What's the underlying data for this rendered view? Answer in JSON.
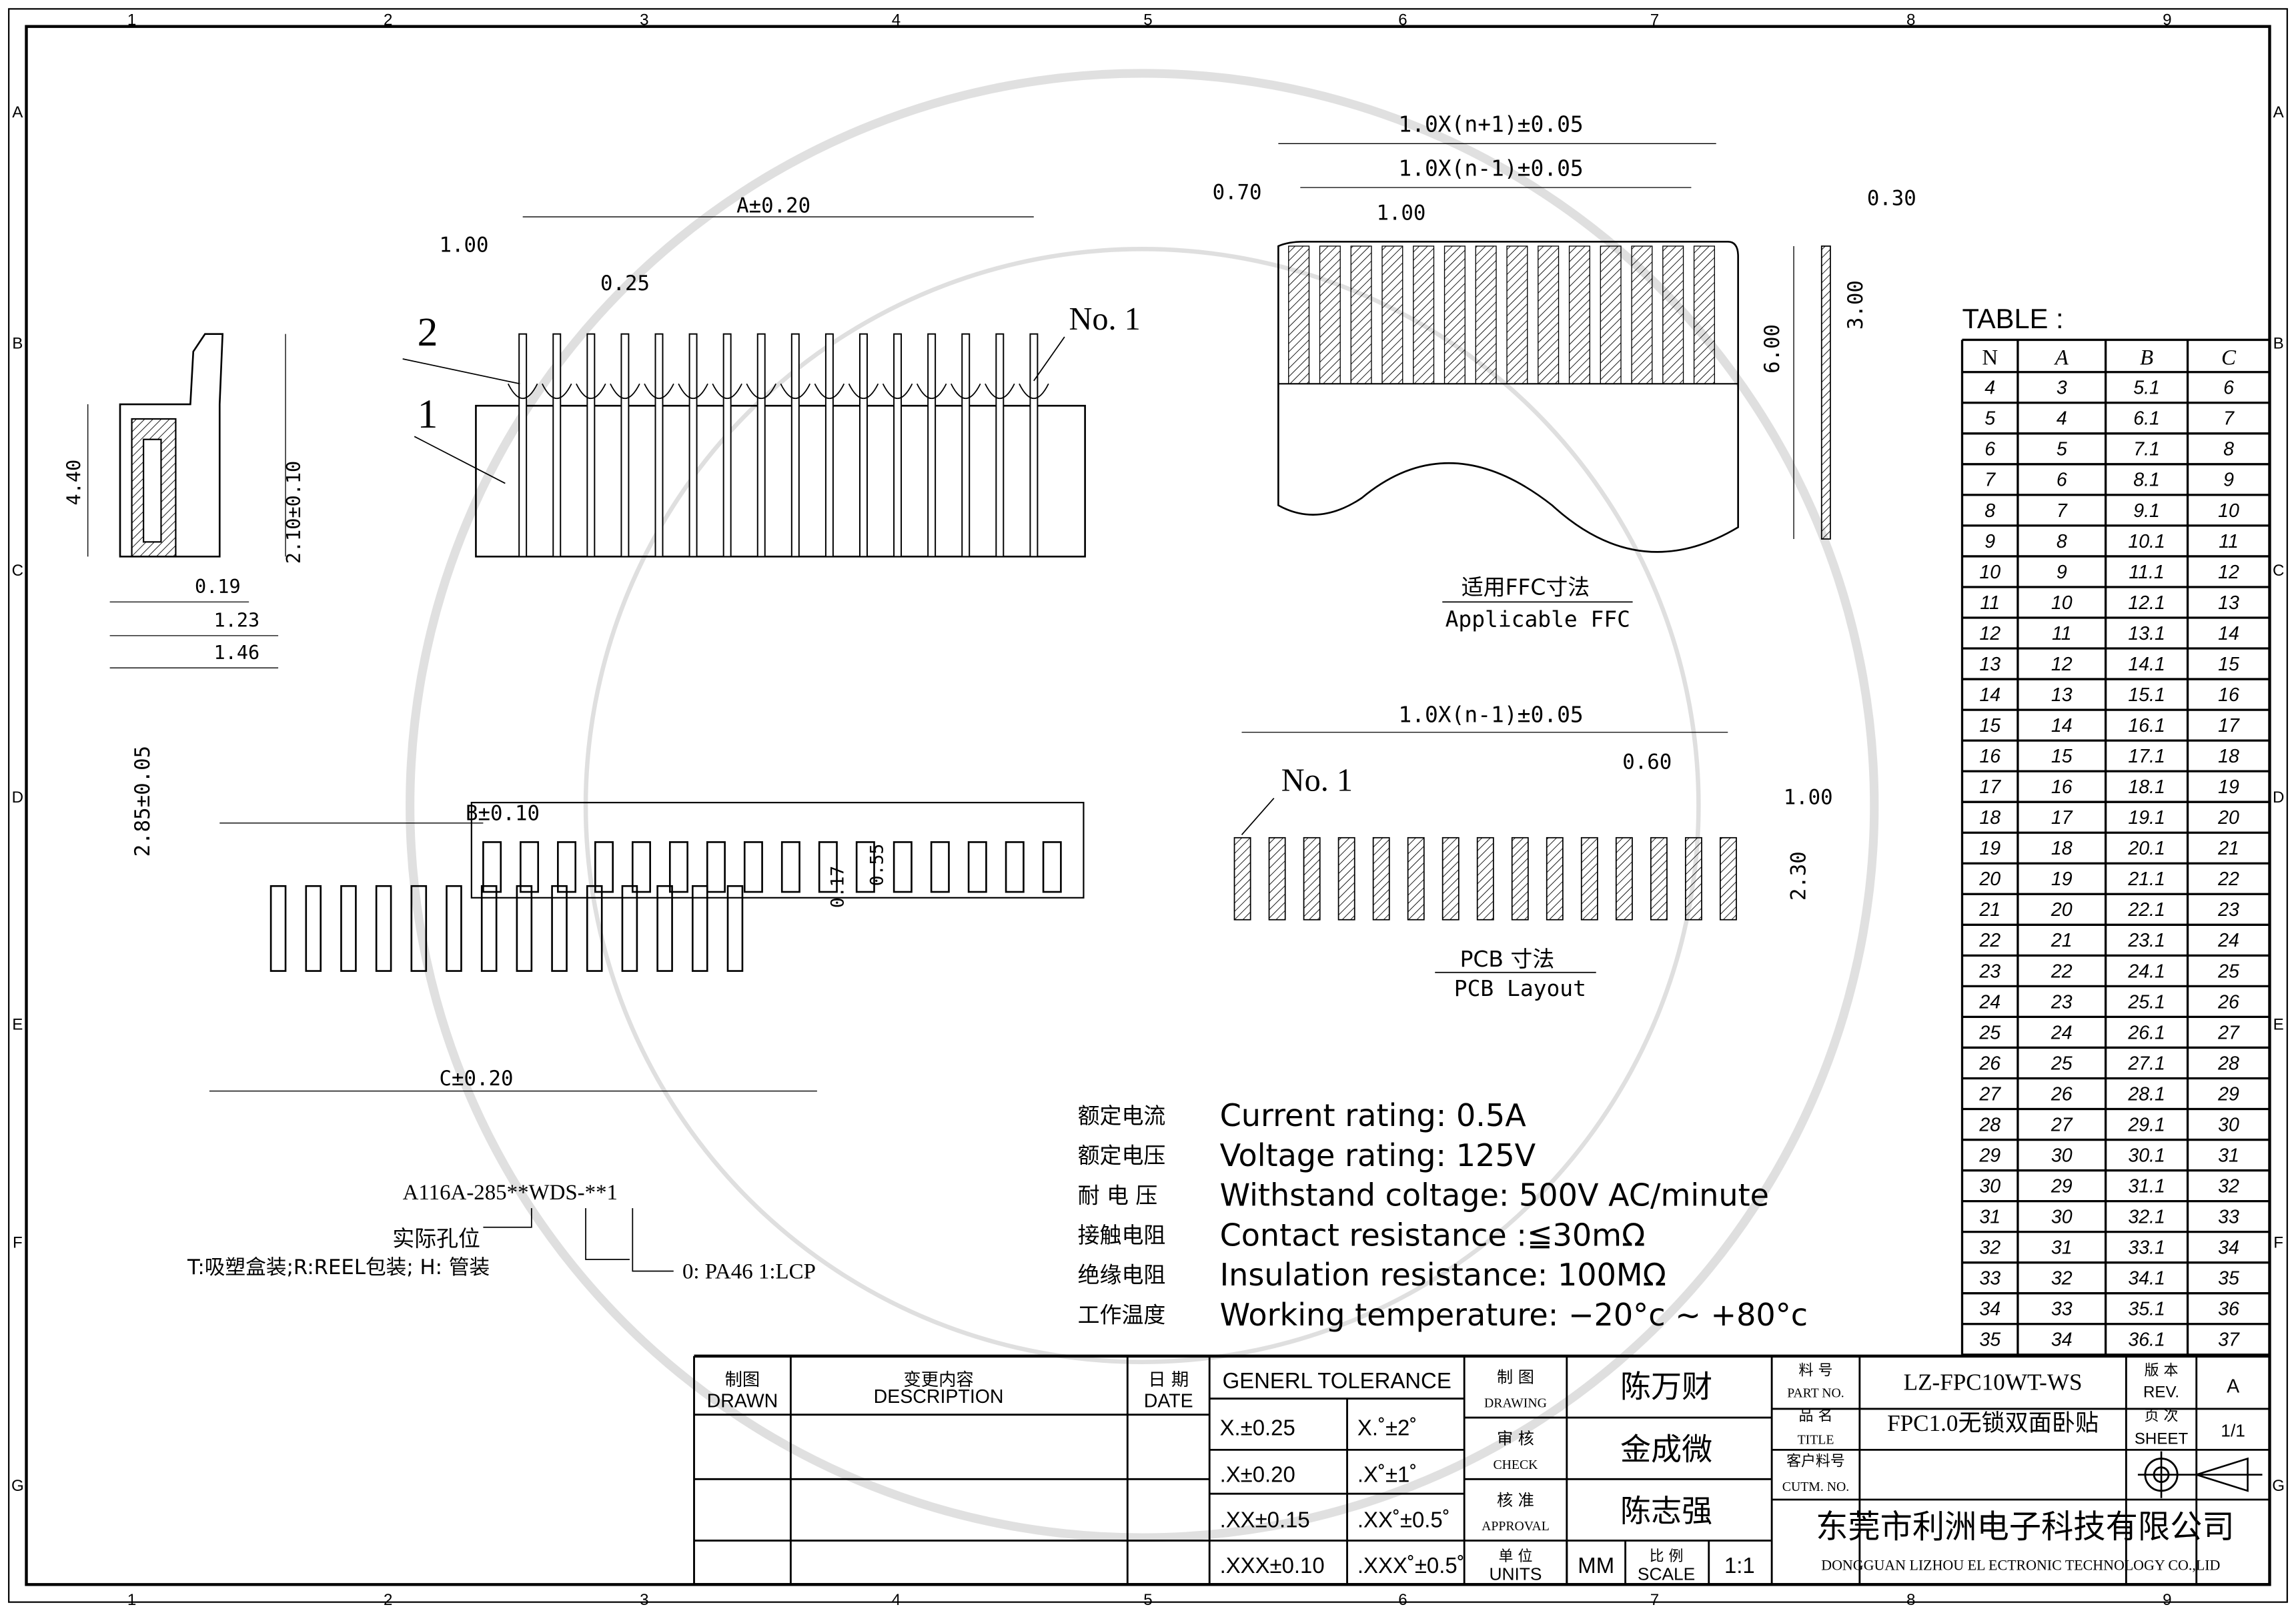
{
  "grid": {
    "columns": [
      "1",
      "2",
      "3",
      "4",
      "5",
      "6",
      "7",
      "8",
      "9"
    ],
    "rows": [
      "A",
      "B",
      "C",
      "D",
      "E",
      "F",
      "G"
    ]
  },
  "side_view": {
    "dim_height": "4.40",
    "dim_right": "2.10±0.10",
    "dim_019": "0.19",
    "dim_123": "1.23",
    "dim_146": "1.46"
  },
  "front_view": {
    "dim_a": "A±0.20",
    "dim_pitch": "1.00",
    "dim_pin": "0.25",
    "label_no1": "No. 1",
    "label_2": "2",
    "label_1": "1"
  },
  "ffc": {
    "dim_total": "1.0X(n+1)±0.05",
    "dim_inner": "1.0X(n-1)±0.05",
    "dim_070": "0.70",
    "dim_100": "1.00",
    "dim_thk": "0.30",
    "dim_600": "6.00",
    "dim_300": "3.00",
    "caption_cn": "适用FFC寸法",
    "caption_en": "Applicable FFC"
  },
  "pcb": {
    "dim_span": "1.0X(n-1)±0.05",
    "dim_060": "0.60",
    "dim_100": "1.00",
    "dim_230": "2.30",
    "label_no1": "No. 1",
    "caption_cn": "PCB  寸法",
    "caption_en": "PCB Layout"
  },
  "bottom_view": {
    "dim_b": "B±0.10",
    "dim_c": "C±0.20",
    "dim_285": "2.85±0.05",
    "dim_017": "0.17",
    "dim_055": "0.55"
  },
  "part_code": {
    "code": "A116A-285**WDS-**1",
    "note_holes": "实际孔位",
    "note_pack": "T:吸塑盒装;R:REEL包装; H: 管装",
    "note_material": "0: PA46 1:LCP"
  },
  "specs": [
    {
      "cn": "额定电流",
      "en": "Current rating: 0.5A"
    },
    {
      "cn": "额定电压",
      "en": "Voltage rating: 125V"
    },
    {
      "cn": "耐 电 压",
      "en": "Withstand coltage: 500V AC/minute"
    },
    {
      "cn": "接触电阻",
      "en": "Contact resistance :≦30mΩ"
    },
    {
      "cn": "绝缘电阻",
      "en": "Insulation resistance: 100MΩ"
    },
    {
      "cn": "工作温度",
      "en": "Working temperature: −20°c ~ +80°c"
    }
  ],
  "table": {
    "title": "TABLE :",
    "headers": [
      "N",
      "A",
      "B",
      "C"
    ],
    "rows": [
      [
        "4",
        "3",
        "5.1",
        "6"
      ],
      [
        "5",
        "4",
        "6.1",
        "7"
      ],
      [
        "6",
        "5",
        "7.1",
        "8"
      ],
      [
        "7",
        "6",
        "8.1",
        "9"
      ],
      [
        "8",
        "7",
        "9.1",
        "10"
      ],
      [
        "9",
        "8",
        "10.1",
        "11"
      ],
      [
        "10",
        "9",
        "11.1",
        "12"
      ],
      [
        "11",
        "10",
        "12.1",
        "13"
      ],
      [
        "12",
        "11",
        "13.1",
        "14"
      ],
      [
        "13",
        "12",
        "14.1",
        "15"
      ],
      [
        "14",
        "13",
        "15.1",
        "16"
      ],
      [
        "15",
        "14",
        "16.1",
        "17"
      ],
      [
        "16",
        "15",
        "17.1",
        "18"
      ],
      [
        "17",
        "16",
        "18.1",
        "19"
      ],
      [
        "18",
        "17",
        "19.1",
        "20"
      ],
      [
        "19",
        "18",
        "20.1",
        "21"
      ],
      [
        "20",
        "19",
        "21.1",
        "22"
      ],
      [
        "21",
        "20",
        "22.1",
        "23"
      ],
      [
        "22",
        "21",
        "23.1",
        "24"
      ],
      [
        "23",
        "22",
        "24.1",
        "25"
      ],
      [
        "24",
        "23",
        "25.1",
        "26"
      ],
      [
        "25",
        "24",
        "26.1",
        "27"
      ],
      [
        "26",
        "25",
        "27.1",
        "28"
      ],
      [
        "27",
        "26",
        "28.1",
        "29"
      ],
      [
        "28",
        "27",
        "29.1",
        "30"
      ],
      [
        "29",
        "30",
        "30.1",
        "31"
      ],
      [
        "30",
        "29",
        "31.1",
        "32"
      ],
      [
        "31",
        "30",
        "32.1",
        "33"
      ],
      [
        "32",
        "31",
        "33.1",
        "34"
      ],
      [
        "33",
        "32",
        "34.1",
        "35"
      ],
      [
        "34",
        "33",
        "35.1",
        "36"
      ],
      [
        "35",
        "34",
        "36.1",
        "37"
      ]
    ]
  },
  "title_block": {
    "drawn_cn": "制图",
    "drawn_en": "DRAWN",
    "desc_cn": "变更内容",
    "desc_en": "DESCRIPTION",
    "date_cn": "日 期",
    "date_en": "DATE",
    "tolerance_title": "GENERL  TOLERANCE",
    "tolerances": [
      [
        "X.±0.25",
        "X.˚±2˚"
      ],
      [
        ".X±0.20",
        ".X˚±1˚"
      ],
      [
        ".XX±0.15",
        ".XX˚±0.5˚"
      ],
      [
        ".XXX±0.10",
        ".XXX˚±0.5˚"
      ]
    ],
    "drawing_cn": "制 图",
    "drawing_en": "DRAWING",
    "drawing_name": "陈万财",
    "check_cn": "审 核",
    "check_en": "CHECK",
    "check_name": "金成微",
    "approval_cn": "核 准",
    "approval_en": "APPROVAL",
    "approval_name": "陈志强",
    "units_cn": "单 位",
    "units_en": "UNITS",
    "units_value": "MM",
    "scale_cn": "比 例",
    "scale_en": "SCALE",
    "scale_value": "1:1",
    "part_no_cn": "料 号",
    "part_no_en": "PART NO.",
    "part_no": "LZ-FPC10WT-WS",
    "rev_cn": "版 本",
    "rev_en": "REV.",
    "rev": "A",
    "title_cn": "品 名",
    "title_en": "TITLE",
    "title": "FPC1.0无锁双面卧贴",
    "sheet_cn": "页 次",
    "sheet_en": "SHEET",
    "sheet": "1/1",
    "cust_cn": "客户料号",
    "cust_en": "CUTM. NO.",
    "company_cn": "东莞市利洲电子科技有限公司",
    "company_en": "DONGGUAN LIZHOU EL ECTRONIC TECHNOLOGY CO.,LID"
  }
}
